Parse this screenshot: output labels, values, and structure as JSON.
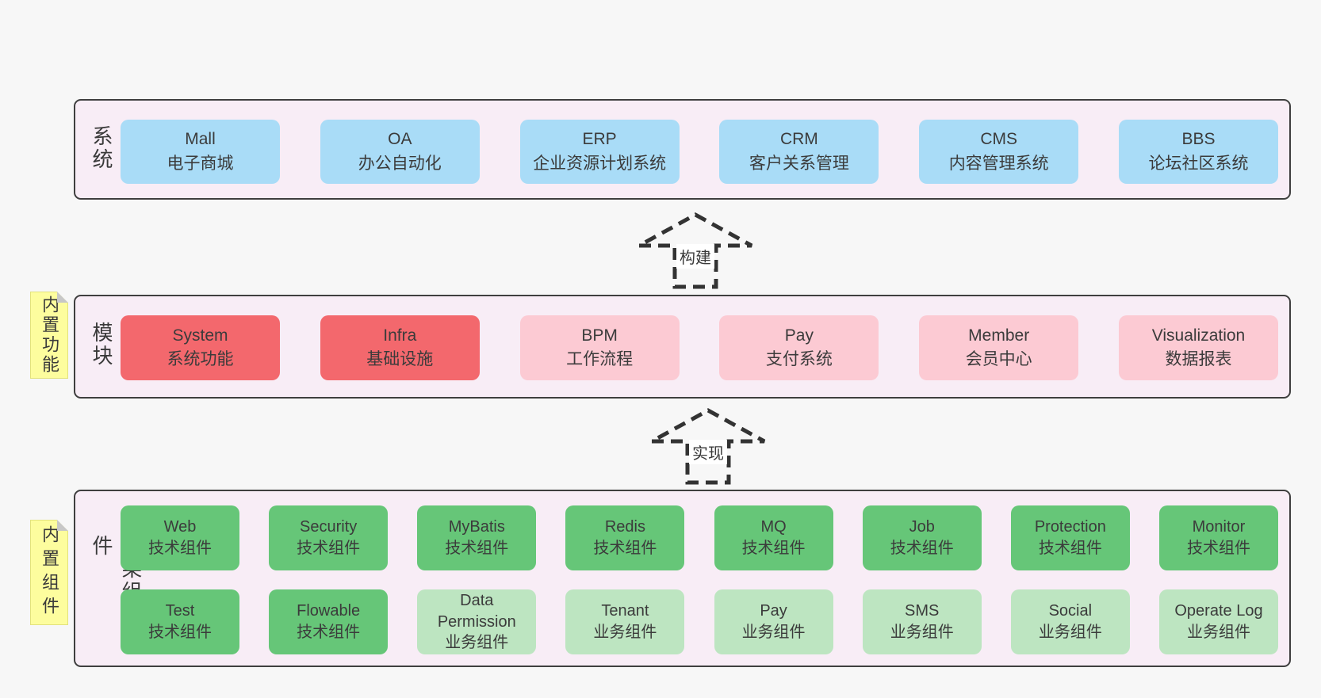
{
  "page": {
    "background": "#f7f7f7"
  },
  "arrows": [
    {
      "label": "构建"
    },
    {
      "label": "实现"
    }
  ],
  "bands": [
    {
      "id": "business-systems",
      "label": "业务系统",
      "note": "",
      "rows": [
        [
          {
            "title": "Mall",
            "subtitle": "电子商城",
            "type": "blue"
          },
          {
            "title": "OA",
            "subtitle": "办公自动化",
            "type": "blue"
          },
          {
            "title": "ERP",
            "subtitle": "企业资源计划系统",
            "type": "blue"
          },
          {
            "title": "CRM",
            "subtitle": "客户关系管理",
            "type": "blue"
          },
          {
            "title": "CMS",
            "subtitle": "内容管理系统",
            "type": "blue"
          },
          {
            "title": "BBS",
            "subtitle": "论坛社区系统",
            "type": "blue"
          }
        ]
      ]
    },
    {
      "id": "common-modules",
      "label": "通用模块",
      "note": "内置功能",
      "rows": [
        [
          {
            "title": "System",
            "subtitle": "系统功能",
            "type": "red"
          },
          {
            "title": "Infra",
            "subtitle": "基础设施",
            "type": "red"
          },
          {
            "title": "BPM",
            "subtitle": "工作流程",
            "type": "pink"
          },
          {
            "title": "Pay",
            "subtitle": "支付系统",
            "type": "pink"
          },
          {
            "title": "Member",
            "subtitle": "会员中心",
            "type": "pink"
          },
          {
            "title": "Visualization",
            "subtitle": "数据报表",
            "type": "pink"
          }
        ]
      ]
    },
    {
      "id": "framework-components",
      "label": "框架组件",
      "note": "内置组件",
      "rows": [
        [
          {
            "title": "Web",
            "subtitle": "技术组件",
            "type": "green"
          },
          {
            "title": "Security",
            "subtitle": "技术组件",
            "type": "green"
          },
          {
            "title": "MyBatis",
            "subtitle": "技术组件",
            "type": "green"
          },
          {
            "title": "Redis",
            "subtitle": "技术组件",
            "type": "green"
          },
          {
            "title": "MQ",
            "subtitle": "技术组件",
            "type": "green"
          },
          {
            "title": "Job",
            "subtitle": "技术组件",
            "type": "green"
          },
          {
            "title": "Protection",
            "subtitle": "技术组件",
            "type": "green"
          },
          {
            "title": "Monitor",
            "subtitle": "技术组件",
            "type": "green"
          }
        ],
        [
          {
            "title": "Test",
            "subtitle": "技术组件",
            "type": "green"
          },
          {
            "title": "Flowable",
            "subtitle": "技术组件",
            "type": "green"
          },
          {
            "title": "Data Permission",
            "subtitle": "业务组件",
            "type": "light_green"
          },
          {
            "title": "Tenant",
            "subtitle": "业务组件",
            "type": "light_green"
          },
          {
            "title": "Pay",
            "subtitle": "业务组件",
            "type": "light_green"
          },
          {
            "title": "SMS",
            "subtitle": "业务组件",
            "type": "light_green"
          },
          {
            "title": "Social",
            "subtitle": "业务组件",
            "type": "light_green"
          },
          {
            "title": "Operate Log",
            "subtitle": "业务组件",
            "type": "light_green"
          }
        ]
      ]
    }
  ],
  "colors": {
    "blue": "#a9dcf7",
    "red": "#f3686d",
    "pink": "#fccad3",
    "green": "#66c678",
    "light_green": "#bde5c1",
    "band_background": "#f8edf6",
    "band_border": "#3f3f3f",
    "note_yellow": "#fdfd9e",
    "arrow_dash": "#333333"
  }
}
